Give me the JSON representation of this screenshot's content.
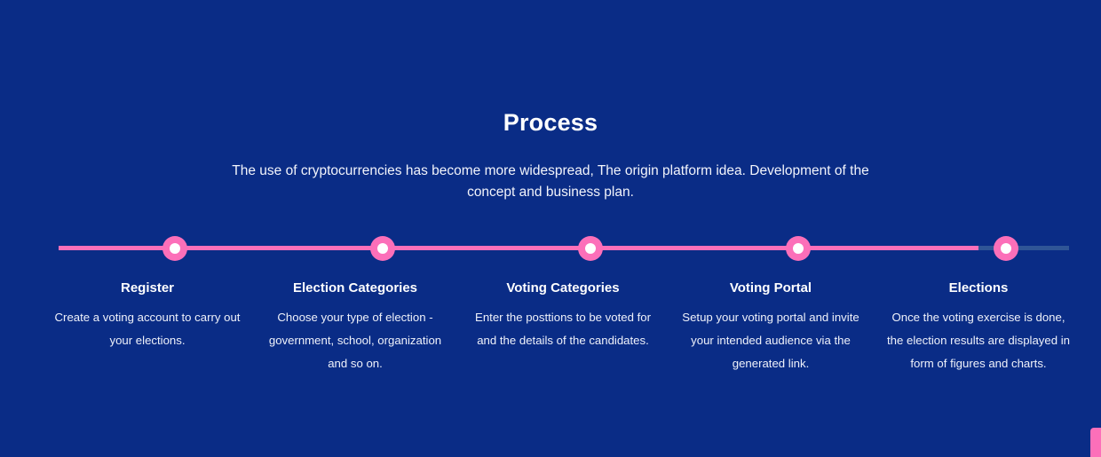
{
  "section": {
    "title": "Process",
    "subtitle": "The use of cryptocurrencies has become more widespread, The origin platform idea. Development of the concept and business plan."
  },
  "colors": {
    "background": "#0a2c86",
    "accent_pink": "#fc6fb9",
    "track_inactive": "#2f5596",
    "text_primary": "#ffffff",
    "text_secondary": "#eef1fa"
  },
  "timeline": {
    "completed_steps": 5,
    "total_markers": 5,
    "dot_positions": [
      117,
      351,
      585,
      819,
      1053
    ]
  },
  "steps": [
    {
      "index": 1,
      "title": "Register",
      "description": "Create a voting account to carry out your elections."
    },
    {
      "index": 2,
      "title": "Election Categories",
      "description": "Choose your type of election - government, school, organization and so on."
    },
    {
      "index": 3,
      "title": "Voting Categories",
      "description": "Enter the posttions to be voted for and the details of the candidates."
    },
    {
      "index": 4,
      "title": "Voting Portal",
      "description": "Setup your voting portal and invite your intended audience via the generated link."
    },
    {
      "index": 5,
      "title": "Elections",
      "description": "Once the voting exercise is done, the election results are displayed in form of figures and charts."
    }
  ],
  "floating_widget": {
    "label": ""
  }
}
